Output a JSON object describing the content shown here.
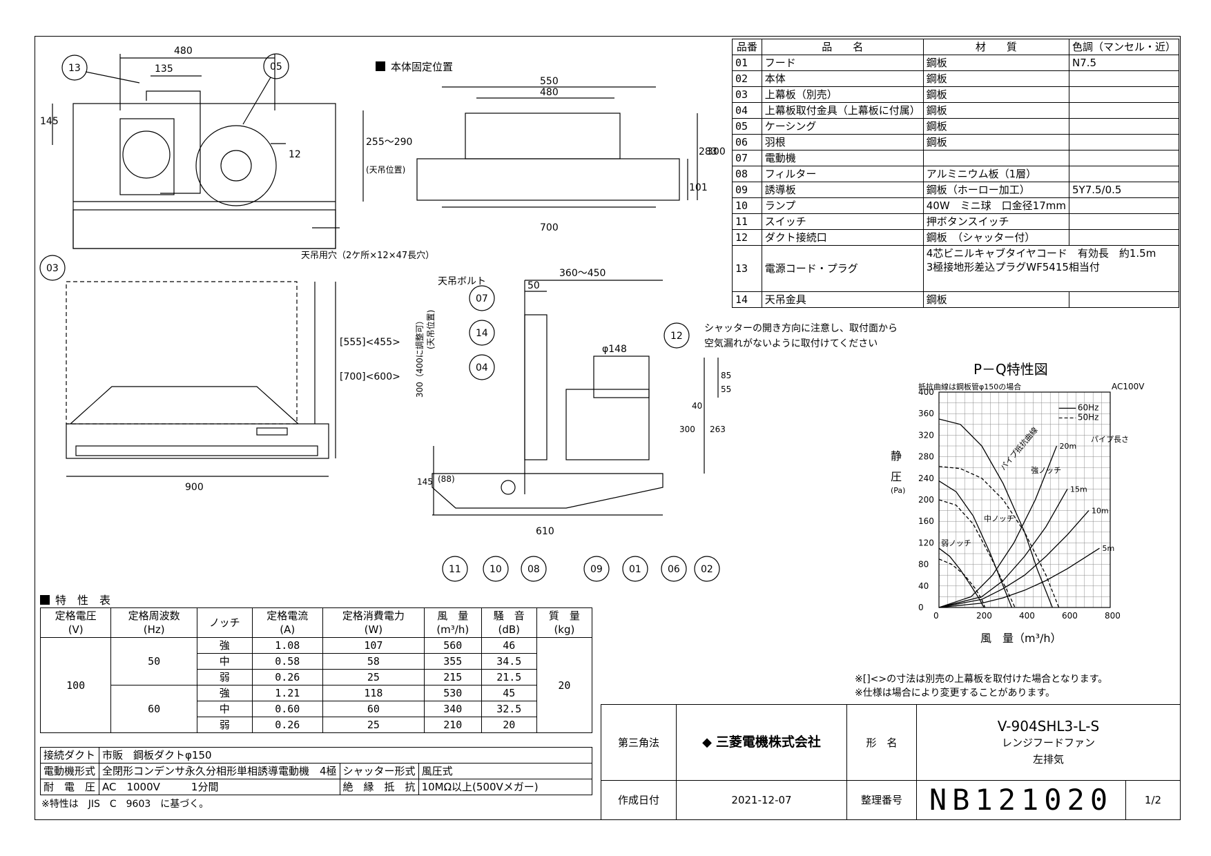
{
  "parts_table": {
    "headers": [
      "品番",
      "品　　名",
      "材　　質",
      "色調（マンセル・近）"
    ],
    "rows": [
      [
        "01",
        "フード",
        "鋼板",
        "N7.5"
      ],
      [
        "02",
        "本体",
        "鋼板",
        ""
      ],
      [
        "03",
        "上幕板（別売）",
        "鋼板",
        ""
      ],
      [
        "04",
        "上幕板取付金具（上幕板に付属）",
        "鋼板",
        ""
      ],
      [
        "05",
        "ケーシング",
        "鋼板",
        ""
      ],
      [
        "06",
        "羽根",
        "鋼板",
        ""
      ],
      [
        "07",
        "電動機",
        "",
        ""
      ],
      [
        "08",
        "フィルター",
        "アルミニウム板（1層）",
        ""
      ],
      [
        "09",
        "誘導板",
        "鋼板（ホーロー加工）",
        "5Y7.5/0.5"
      ],
      [
        "10",
        "ランプ",
        "40W　ミニ球　口金径17mm",
        ""
      ],
      [
        "11",
        "スイッチ",
        "押ボタンスイッチ",
        ""
      ],
      [
        "12",
        "ダクト接続口",
        "鋼板　（シャッター付）",
        ""
      ],
      [
        "13",
        "電源コード・プラグ",
        "4芯ビニルキャブタイヤコード　有効長　約1.5m",
        ""
      ],
      [
        "14",
        "天吊金具",
        "鋼板",
        ""
      ]
    ],
    "row13_line2": "3極接地形差込プラグWF5415相当付"
  },
  "front_view": {
    "dims": {
      "top": "480",
      "inner": "135",
      "left": "145",
      "right": "255～290",
      "right_note": "(天吊位置)",
      "mid": "12",
      "bottom": "900",
      "h1": "[555]<455>",
      "h2": "[700]<600>"
    },
    "callouts": [
      "13",
      "05",
      "03"
    ],
    "hole_note": "天吊用穴（2ケ所×12×47長穴）"
  },
  "fix_position": {
    "title": "本体固定位置",
    "dims": {
      "w1": "550",
      "w2": "480",
      "w3": "700",
      "h1": "283",
      "h2": "300",
      "h3": "101"
    }
  },
  "side_view": {
    "dims": {
      "top": "360～450",
      "w50": "50",
      "duct": "φ148",
      "h300": "300（400に調整可）",
      "h300_note": "(天吊位置)",
      "d85": "85",
      "d55": "55",
      "d40": "40",
      "d300": "300",
      "d263": "263",
      "d145": "145",
      "d88": "(88)",
      "d610": "610"
    },
    "bolt_label": "天吊ボルト",
    "shutter_note_1": "シャッターの開き方向に注意し、取付面から",
    "shutter_note_2": "空気漏れがないように取付けてください",
    "callouts_left": [
      "07",
      "14",
      "04"
    ],
    "callout_12": "12",
    "callouts_bottom": [
      "11",
      "10",
      "08",
      "09",
      "01",
      "06",
      "02"
    ]
  },
  "pq_chart": {
    "title": "P－Q特性図",
    "subtitle": "抵抗曲線は鋼板管φ150の場合",
    "power": "AC100V",
    "legend": [
      "60Hz",
      "50Hz"
    ],
    "ylabel_1": "静",
    "ylabel_2": "圧",
    "yunit": "(Pa)",
    "xlabel": "風　量（m³/h）",
    "pipe_label": "パイプ長さ",
    "resistance_label": "パイプ抵抗曲線",
    "notch_labels": [
      "強ノッチ",
      "中ノッチ",
      "弱ノッチ"
    ],
    "pipe_lengths": [
      "20m",
      "15m",
      "10m",
      "5m"
    ]
  },
  "chart_data": {
    "type": "line",
    "title": "P－Q特性図",
    "xlabel": "風　量（m³/h）",
    "ylabel": "静圧 (Pa)",
    "xlim": [
      0,
      800
    ],
    "ylim": [
      0,
      400
    ],
    "xticks": [
      0,
      200,
      400,
      600,
      800
    ],
    "yticks": [
      0,
      40,
      80,
      120,
      160,
      200,
      240,
      280,
      320,
      360,
      400
    ],
    "grid": true,
    "legend_position": "top-right",
    "series": [
      {
        "name": "60Hz",
        "notch": "強ノッチ",
        "x": [
          0,
          100,
          200,
          300,
          400,
          460,
          530
        ],
        "y": [
          350,
          340,
          300,
          230,
          140,
          70,
          0
        ]
      },
      {
        "name": "50Hz",
        "notch": "強ノッチ",
        "x": [
          0,
          100,
          200,
          300,
          400,
          500,
          560
        ],
        "y": [
          262,
          258,
          240,
          200,
          140,
          60,
          0
        ]
      },
      {
        "name": "60Hz",
        "notch": "中ノッチ",
        "x": [
          0,
          80,
          160,
          240,
          300,
          340
        ],
        "y": [
          235,
          215,
          170,
          100,
          40,
          0
        ]
      },
      {
        "name": "50Hz",
        "notch": "中ノッチ",
        "x": [
          0,
          80,
          160,
          240,
          320,
          355
        ],
        "y": [
          200,
          190,
          155,
          95,
          30,
          0
        ]
      },
      {
        "name": "60Hz",
        "notch": "弱ノッチ",
        "x": [
          0,
          50,
          100,
          150,
          190,
          210
        ],
        "y": [
          110,
          95,
          70,
          40,
          15,
          0
        ]
      },
      {
        "name": "50Hz",
        "notch": "弱ノッチ",
        "x": [
          0,
          60,
          120,
          170,
          200,
          215
        ],
        "y": [
          90,
          80,
          60,
          35,
          15,
          0
        ]
      },
      {
        "name": "20m",
        "x": [
          0,
          150,
          250,
          350,
          450,
          550
        ],
        "y": [
          0,
          20,
          60,
          120,
          200,
          300
        ]
      },
      {
        "name": "15m",
        "x": [
          0,
          200,
          300,
          400,
          500,
          600
        ],
        "y": [
          0,
          20,
          50,
          95,
          150,
          220
        ]
      },
      {
        "name": "10m",
        "x": [
          0,
          200,
          300,
          400,
          500,
          600,
          700
        ],
        "y": [
          0,
          15,
          35,
          60,
          95,
          135,
          180
        ]
      },
      {
        "name": "5m",
        "x": [
          0,
          200,
          300,
          400,
          500,
          600,
          750
        ],
        "y": [
          0,
          8,
          18,
          32,
          50,
          72,
          110
        ]
      }
    ]
  },
  "spec_table": {
    "title": "特　性　表",
    "headers": [
      [
        "定格電圧",
        "(V)"
      ],
      [
        "定格周波数",
        "(Hz)"
      ],
      [
        "ノッチ",
        ""
      ],
      [
        "定格電流",
        "(A)"
      ],
      [
        "定格消費電力",
        "(W)"
      ],
      [
        "風　量",
        "(m³/h)"
      ],
      [
        "騒　音",
        "(dB)"
      ],
      [
        "質　量",
        "(kg)"
      ]
    ],
    "voltage": "100",
    "weight": "20",
    "rows": [
      {
        "hz": "50",
        "notch": "強",
        "a": "1.08",
        "w": "107",
        "q": "560",
        "db": "46"
      },
      {
        "hz": "",
        "notch": "中",
        "a": "0.58",
        "w": "58",
        "q": "355",
        "db": "34.5"
      },
      {
        "hz": "",
        "notch": "弱",
        "a": "0.26",
        "w": "25",
        "q": "215",
        "db": "21.5"
      },
      {
        "hz": "60",
        "notch": "強",
        "a": "1.21",
        "w": "118",
        "q": "530",
        "db": "45"
      },
      {
        "hz": "",
        "notch": "中",
        "a": "0.60",
        "w": "60",
        "q": "340",
        "db": "32.5"
      },
      {
        "hz": "",
        "notch": "弱",
        "a": "0.26",
        "w": "25",
        "q": "210",
        "db": "20"
      }
    ],
    "duct_label": "接続ダクト",
    "duct_value": "市販　鋼板ダクトφ150",
    "motor_label": "電動機形式",
    "motor_value": "全閉形コンデンサ永久分相形単相誘導電動機　4極",
    "shutter_label": "シャッター形式",
    "shutter_value": "風圧式",
    "withstand_label": "耐　電　圧",
    "withstand_value": "AC　1000V　　　1分間",
    "insulation_label": "絶　縁　抵　抗",
    "insulation_value": "10MΩ以上(500Vメガー)",
    "footnote": "※特性は　JIS　C　9603　に基づく。"
  },
  "notes": [
    "※[]<>の寸法は別売の上幕板を取付けた場合となります。",
    "※仕様は場合により変更することがあります。"
  ],
  "title_block": {
    "projection": "第三角法",
    "company": "三菱電機株式会社",
    "model_label": "形　名",
    "model": "V-904SHL3-L-S",
    "product": "レンジフードファン",
    "exhaust": "左排気",
    "date_label": "作成日付",
    "date": "2021-12-07",
    "number_label": "整理番号",
    "number": "NB121020",
    "page": "1/2"
  }
}
